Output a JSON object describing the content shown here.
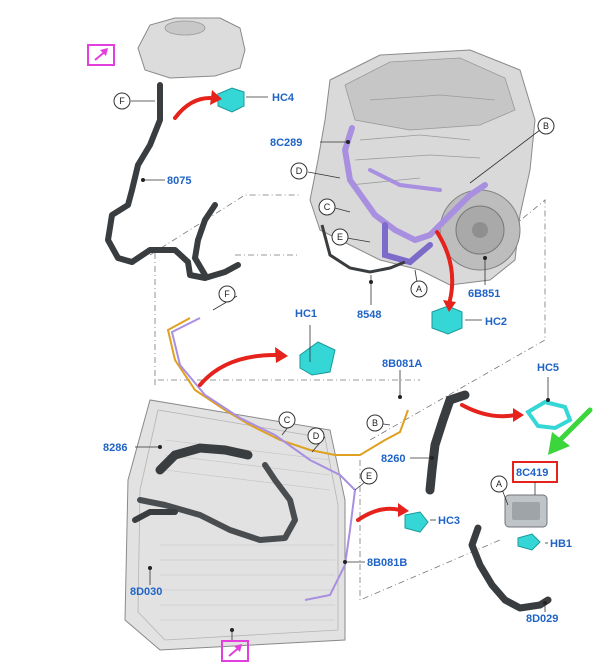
{
  "labels": {
    "hc4": "HC4",
    "p8c289": "8C289",
    "p8075": "8075",
    "p8548": "8548",
    "p6b851": "6B851",
    "hc2": "HC2",
    "hc1": "HC1",
    "p8b081a": "8B081A",
    "hc5": "HC5",
    "p8286": "8286",
    "p8260": "8260",
    "p8c419": "8C419",
    "hc3": "HC3",
    "hb1": "HB1",
    "p8b081b": "8B081B",
    "p8d030": "8D030",
    "p8d029": "8D029"
  },
  "callouts": {
    "b": "B",
    "d": "D",
    "c": "C",
    "e": "E",
    "a": "A",
    "f": "F"
  },
  "colors": {
    "label_blue": "#1f63c6",
    "hose_dark": "#3a3d40",
    "clip_cyan": "#35d6d6",
    "arrow_red": "#e5221b",
    "arrow_green": "#3bd63b",
    "highlight_box": "#e5221b",
    "magenta_marker": "#e33fdd",
    "purple_line": "#a98fe0",
    "orange_line": "#e0a020"
  },
  "icons": {
    "top_marker": "arrow-box-icon",
    "bottom_marker": "arrow-box-icon"
  }
}
